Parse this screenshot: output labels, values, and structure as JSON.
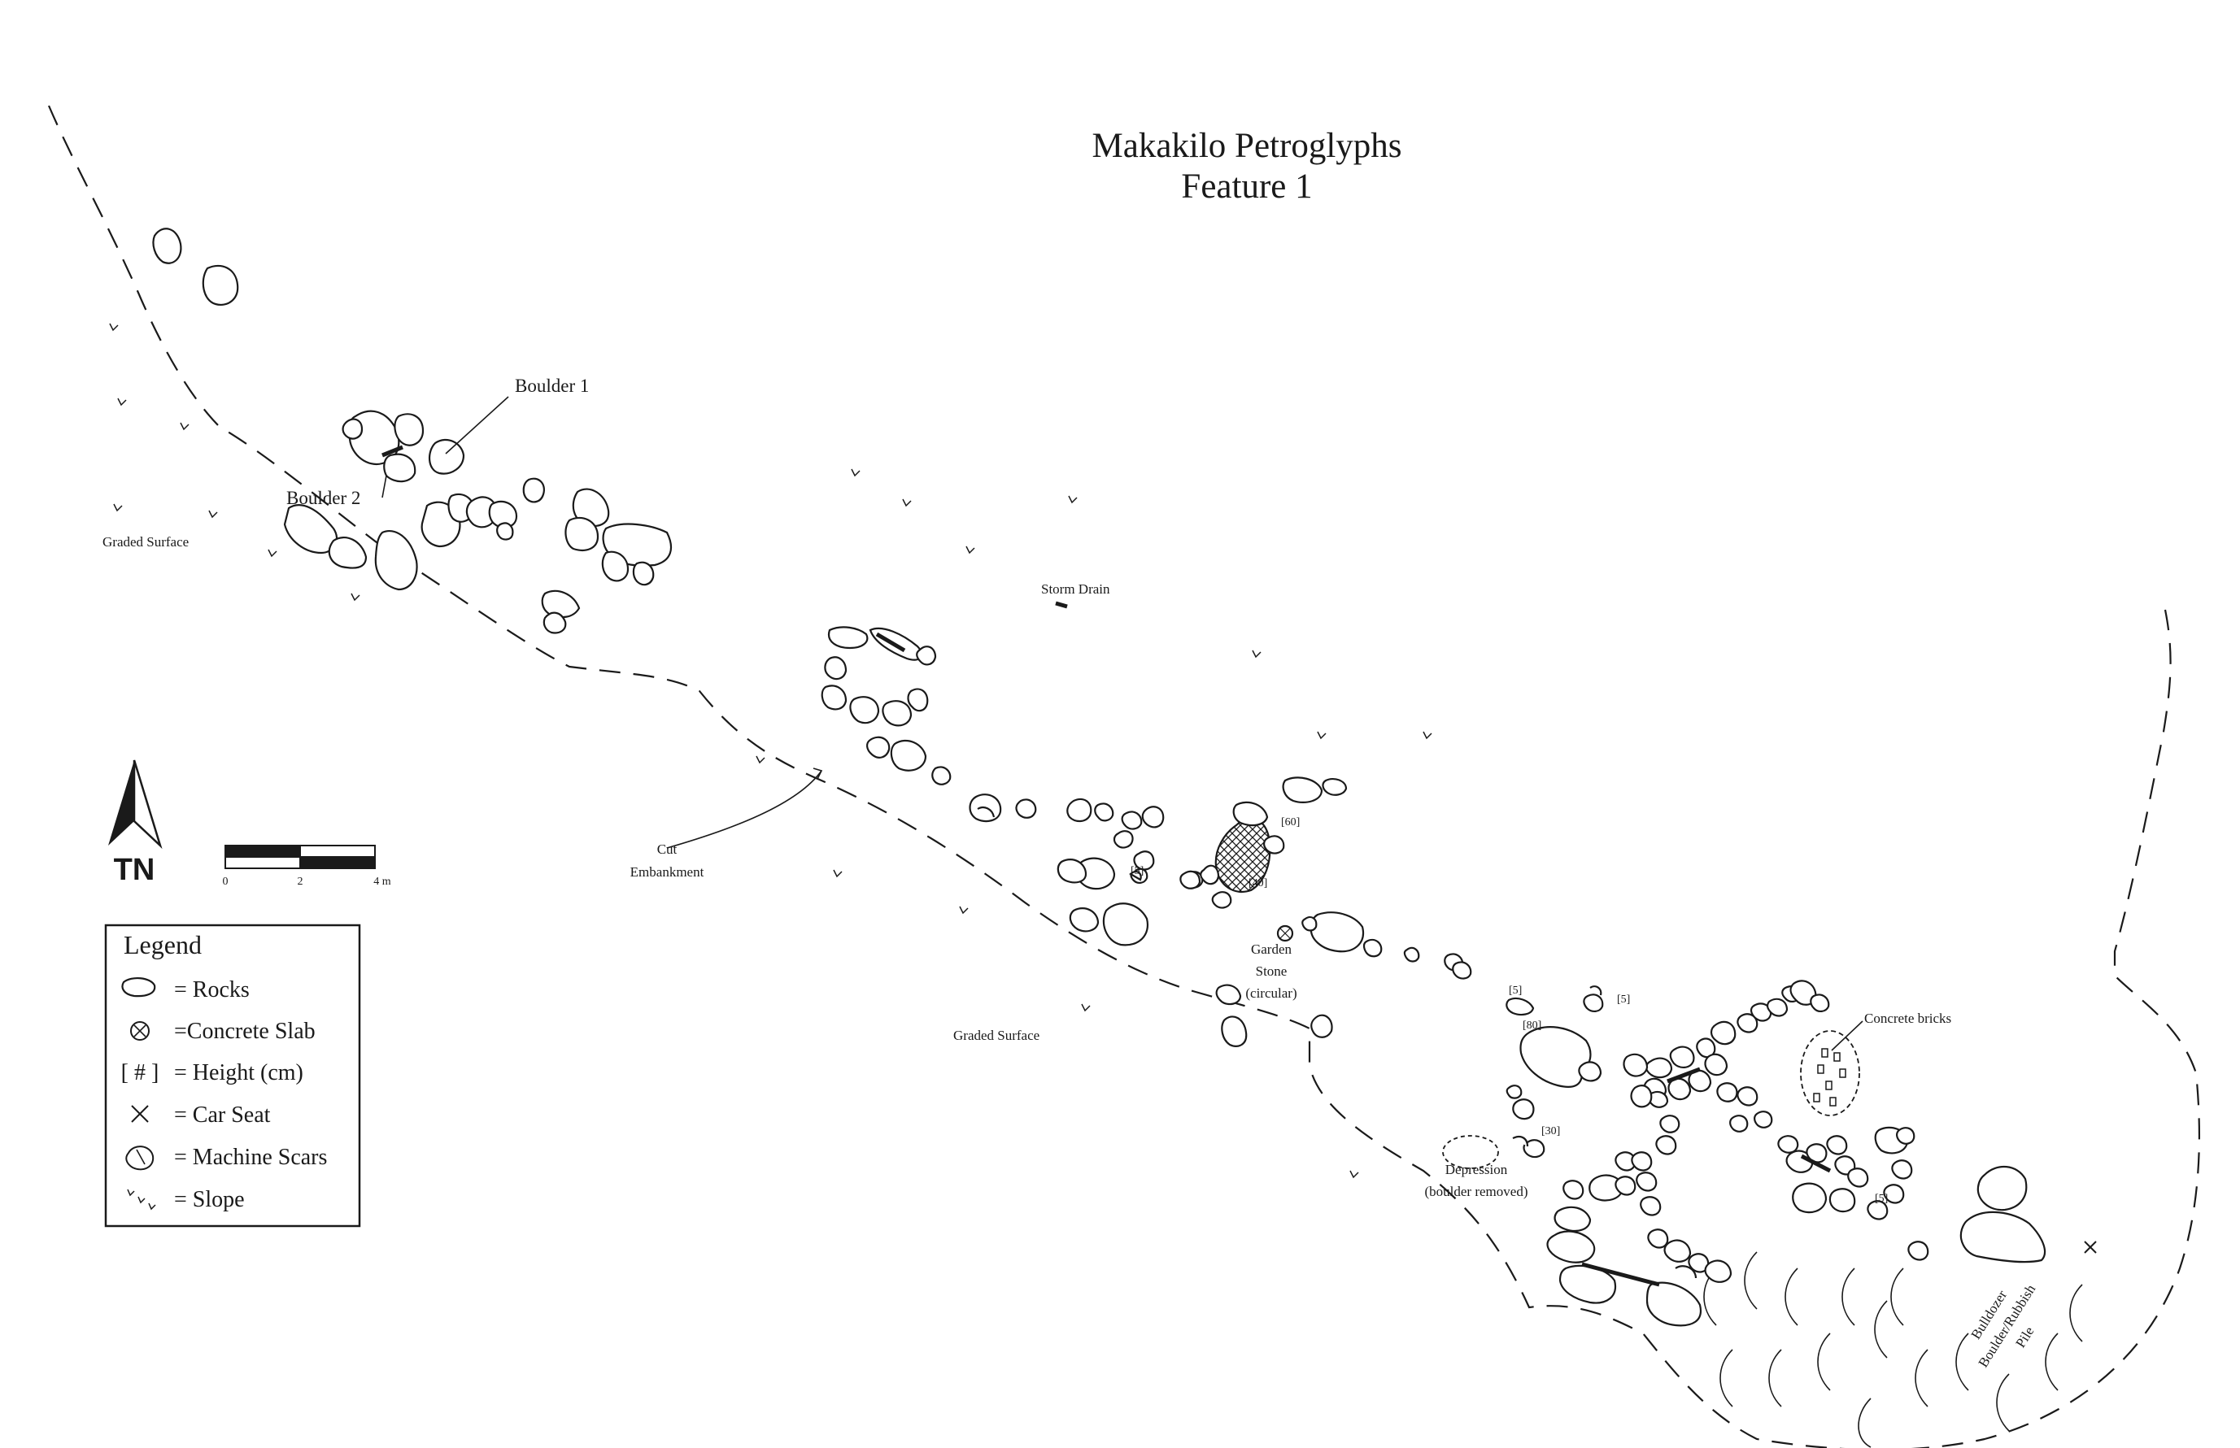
{
  "title": {
    "line1": "Makakilo Petroglyphs",
    "line2": "Feature 1"
  },
  "labels": {
    "boulder1": "Boulder 1",
    "boulder2": "Boulder 2",
    "graded_surface_left": "Graded Surface",
    "graded_surface_center": "Graded Surface",
    "storm_drain": "Storm Drain",
    "cut_embankment_1": "Cut",
    "cut_embankment_2": "Embankment",
    "garden_stone_1": "Garden",
    "garden_stone_2": "Stone",
    "garden_stone_3": "(circular)",
    "concrete_bricks": "Concrete bricks",
    "depression_1": "Depression",
    "depression_2": "(boulder removed)",
    "bulldozer_1": "Bulldozer",
    "bulldozer_2": "Boulder/Rubbish",
    "bulldozer_3": "Pile"
  },
  "heights": {
    "h60": "[60]",
    "h40": "[40]",
    "h5a": "[5]",
    "h5b": "[5]",
    "h5c": "[5]",
    "h5d": "[5]",
    "h80": "[80]",
    "h30": "[30]"
  },
  "north_arrow": {
    "label": "TN",
    "icon": "north-arrow-icon"
  },
  "scale_bar": {
    "ticks": [
      "0",
      "2",
      "4 m"
    ],
    "units": "m"
  },
  "legend": {
    "title": "Legend",
    "items": [
      {
        "icon": "rock-icon",
        "label": "= Rocks"
      },
      {
        "icon": "concrete-slab-icon",
        "label": "=Concrete Slab"
      },
      {
        "icon": "height-bracket-icon",
        "symbol": "[ # ]",
        "label": "= Height (cm)"
      },
      {
        "icon": "car-seat-icon",
        "label": "= Car Seat"
      },
      {
        "icon": "machine-scars-icon",
        "label": "= Machine Scars"
      },
      {
        "icon": "slope-icon",
        "label": "= Slope"
      }
    ]
  }
}
